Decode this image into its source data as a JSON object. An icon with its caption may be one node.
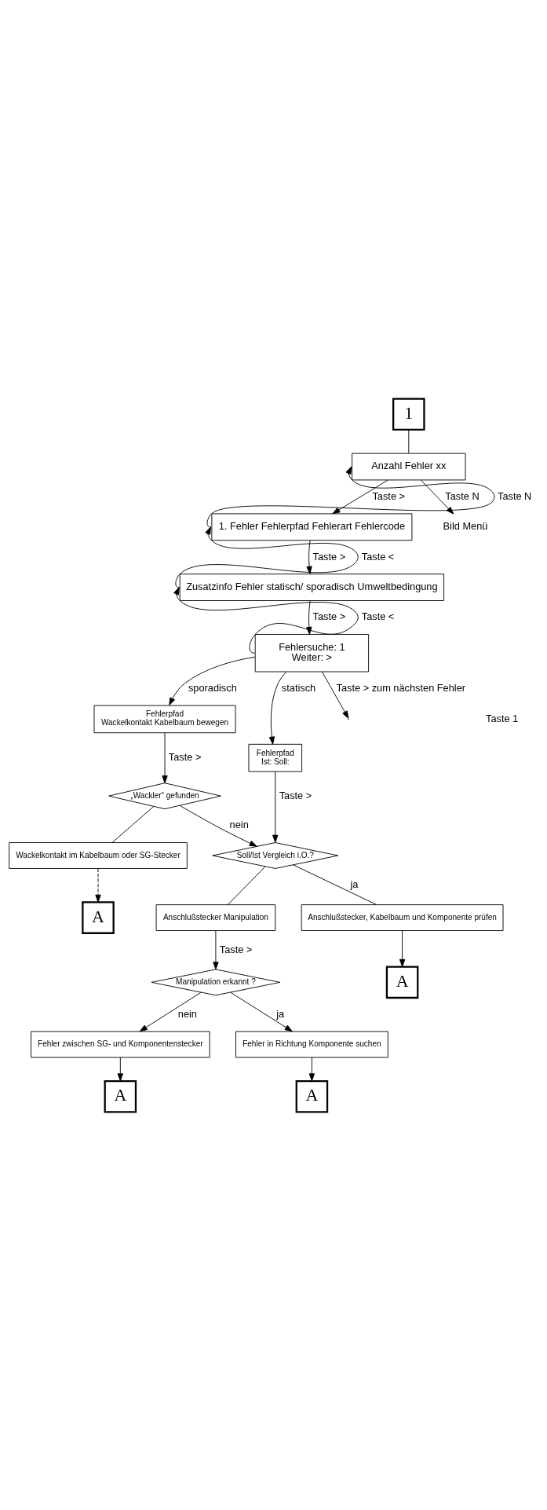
{
  "diagram": {
    "nodes": [
      {
        "text": [
          "1"
        ]
      },
      {
        "text": [
          "Anzahl Fehler xx"
        ]
      },
      {
        "text": [
          "Bild Menü"
        ]
      },
      {
        "text": [
          "1. Fehler Fehlerpfad Fehlerart Fehlercode"
        ]
      },
      {
        "text": [
          "Zusatzinfo Fehler statisch/ sporadisch Umweltbedingung"
        ]
      },
      {
        "text": [
          "Fehlersuche: 1",
          "Weiter: >"
        ]
      },
      {
        "text": [
          "Fehlerpfad",
          "Wackelkontakt Kabelbaum bewegen"
        ]
      },
      {
        "text": [
          "Fehlerpfad",
          "Ist: Soll:"
        ]
      },
      {
        "text": [
          "„Wackler“ gefunden"
        ]
      },
      {
        "text": [
          "Soll/Ist Vergleich i.O.?"
        ]
      },
      {
        "text": [
          "Wackelkontakt im Kabelbaum oder SG-Stecker"
        ]
      },
      {
        "text": [
          "Anschlußstecker, Kabelbaum und Komponente prüfen"
        ]
      },
      {
        "text": [
          "Anschlußstecker Manipulation"
        ]
      },
      {
        "text": [
          "A"
        ]
      },
      {
        "text": [
          "Manipulation erkannt ?"
        ]
      },
      {
        "text": [
          "Fehler zwischen SG- und Komponentenstecker"
        ]
      },
      {
        "text": [
          "Fehler in Richtung Komponente suchen"
        ]
      },
      {
        "text": [
          "A"
        ]
      },
      {
        "text": [
          "A"
        ]
      },
      {
        "text": [
          "A"
        ]
      }
    ],
    "edges": [
      {
        "from": 0,
        "to": 1,
        "arrow": "none"
      },
      {
        "from": 1,
        "to": 2,
        "arrow": "to",
        "label": "Taste N"
      },
      {
        "from": 1,
        "to": 3,
        "arrow": "to",
        "label": "Taste >"
      },
      {
        "from": 3,
        "to": 1,
        "arrow": "to",
        "label": "Taste N"
      },
      {
        "from": 3,
        "to": 4,
        "arrow": "to",
        "label": "Taste >"
      },
      {
        "from": 4,
        "to": 3,
        "arrow": "to",
        "label": "Taste <"
      },
      {
        "from": 4,
        "to": 5,
        "arrow": "to",
        "label": "Taste >"
      },
      {
        "from": 5,
        "to": 4,
        "arrow": "to",
        "label": "Taste <"
      },
      {
        "from": 5,
        "to": null,
        "arrow": "to",
        "label": "Taste > zum nächsten Fehler"
      },
      {
        "from": 5,
        "to": 6,
        "arrow": "to",
        "label": "sporadisch"
      },
      {
        "from": 5,
        "to": 7,
        "arrow": "to",
        "label": "statisch"
      },
      {
        "from": 6,
        "to": 8,
        "arrow": "to",
        "label": "Taste >"
      },
      {
        "from": 7,
        "to": 9,
        "arrow": "to",
        "label": "Taste >"
      },
      {
        "from": 8,
        "to": 9,
        "arrow": "to",
        "label": "nein"
      },
      {
        "from": 8,
        "to": 10,
        "arrow": "none"
      },
      {
        "from": 9,
        "to": 11,
        "arrow": "none",
        "label": "ja"
      },
      {
        "from": 9,
        "to": 12,
        "arrow": "none"
      },
      {
        "from": 10,
        "to": 17,
        "arrow": "to",
        "style": "dashed"
      },
      {
        "from": 11,
        "to": 13,
        "arrow": "to"
      },
      {
        "from": 12,
        "to": 14,
        "arrow": "to",
        "label": "Taste >"
      },
      {
        "from": 14,
        "to": 15,
        "arrow": "to",
        "label": "nein"
      },
      {
        "from": 14,
        "to": 16,
        "arrow": "to",
        "label": "ja"
      },
      {
        "from": 15,
        "to": 18,
        "arrow": "to"
      },
      {
        "from": 16,
        "to": 19,
        "arrow": "to"
      }
    ],
    "labels": [
      "Taste 1"
    ]
  }
}
